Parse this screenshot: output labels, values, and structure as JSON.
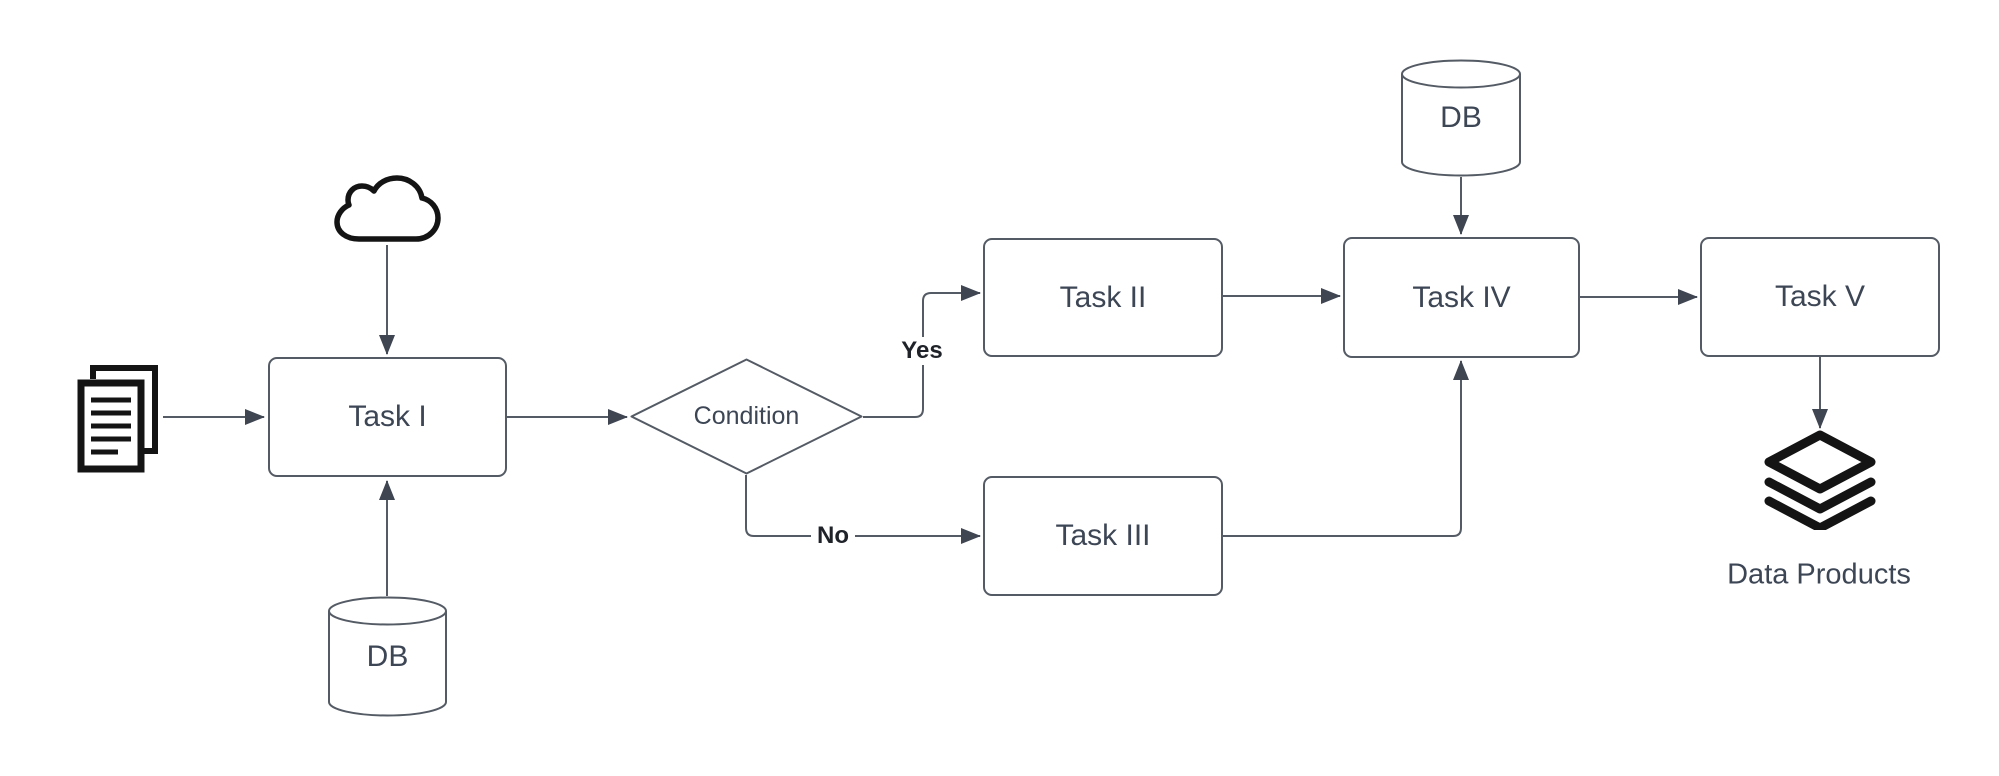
{
  "nodes": {
    "task1": {
      "label": "Task I",
      "type": "process"
    },
    "task2": {
      "label": "Task II",
      "type": "process"
    },
    "task3": {
      "label": "Task III",
      "type": "process"
    },
    "task4": {
      "label": "Task IV",
      "type": "process"
    },
    "task5": {
      "label": "Task V",
      "type": "process"
    },
    "condition": {
      "label": "Condition",
      "type": "decision"
    },
    "db_bottom": {
      "label": "DB",
      "type": "database"
    },
    "db_top": {
      "label": "DB",
      "type": "database"
    },
    "data_products": {
      "label": "Data Products",
      "type": "output"
    }
  },
  "edge_labels": {
    "yes": "Yes",
    "no": "No"
  },
  "icons": {
    "documents": "documents-icon",
    "cloud": "cloud-icon",
    "layers": "layers-icon"
  },
  "colors": {
    "stroke": "#545b64",
    "arrowhead": "#3f4651",
    "node_label": "#3d4655",
    "edge_label": "#1f2329",
    "icon": "#141414",
    "background": "#ffffff"
  }
}
